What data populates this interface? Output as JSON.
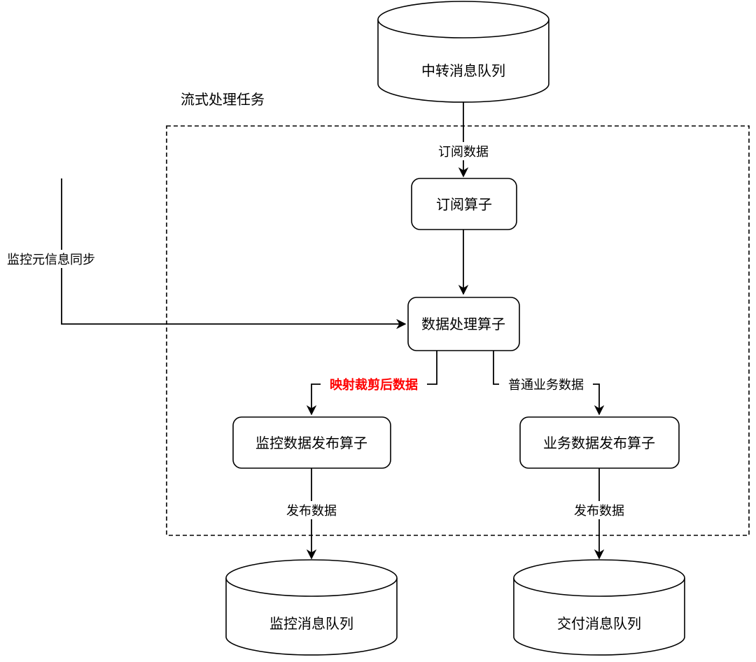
{
  "group": {
    "label": "流式处理任务"
  },
  "queues": {
    "relay": "中转消息队列",
    "monitor": "监控消息队列",
    "delivery": "交付消息队列"
  },
  "operators": {
    "subscribe": "订阅算子",
    "process": "数据处理算子",
    "monitor_publish": "监控数据发布算子",
    "business_publish": "业务数据发布算子"
  },
  "edges": {
    "subscribe_data": "订阅数据",
    "monitor_meta_sync": "监控元信息同步",
    "mapped_trimmed": "映射裁剪后数据",
    "normal_business": "普通业务数据",
    "publish_left": "发布数据",
    "publish_right": "发布数据"
  },
  "colors": {
    "highlight": "#ff0000",
    "stroke": "#000000"
  }
}
